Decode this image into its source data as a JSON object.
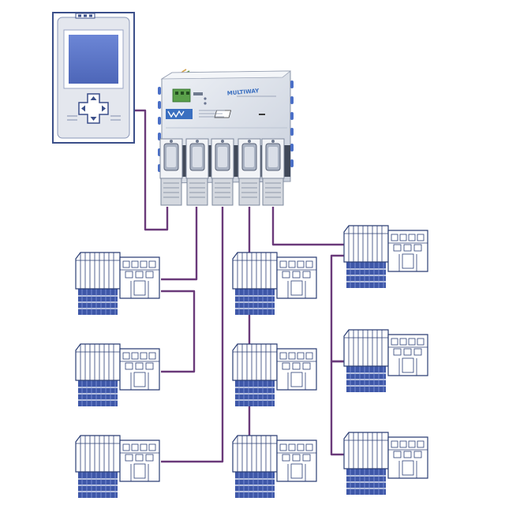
{
  "device": {
    "product_name": "MULTIWAY",
    "colors": {
      "housing": "#e4e7ee",
      "outline": "#3b4f8a",
      "screen": "#5a74c8",
      "bus_line": "#6a3a7a",
      "module": "#ffffff",
      "module_line": "#2c3f75",
      "terminal": "#4d62b8"
    }
  },
  "icons": [
    "hmi-panel-icon",
    "gateway-icon",
    "dpad-icon",
    "io-module-icon",
    "terminal-block-icon",
    "cable-icon"
  ],
  "ports": [
    {
      "id": "port-1"
    },
    {
      "id": "port-2"
    },
    {
      "id": "port-3"
    },
    {
      "id": "port-4"
    },
    {
      "id": "port-5"
    }
  ],
  "io_modules": [
    {
      "id": "m-a1"
    },
    {
      "id": "m-a2"
    },
    {
      "id": "m-a3"
    },
    {
      "id": "m-b1"
    },
    {
      "id": "m-b2"
    },
    {
      "id": "m-b3"
    },
    {
      "id": "m-c1"
    },
    {
      "id": "m-c2"
    },
    {
      "id": "m-c3"
    }
  ]
}
